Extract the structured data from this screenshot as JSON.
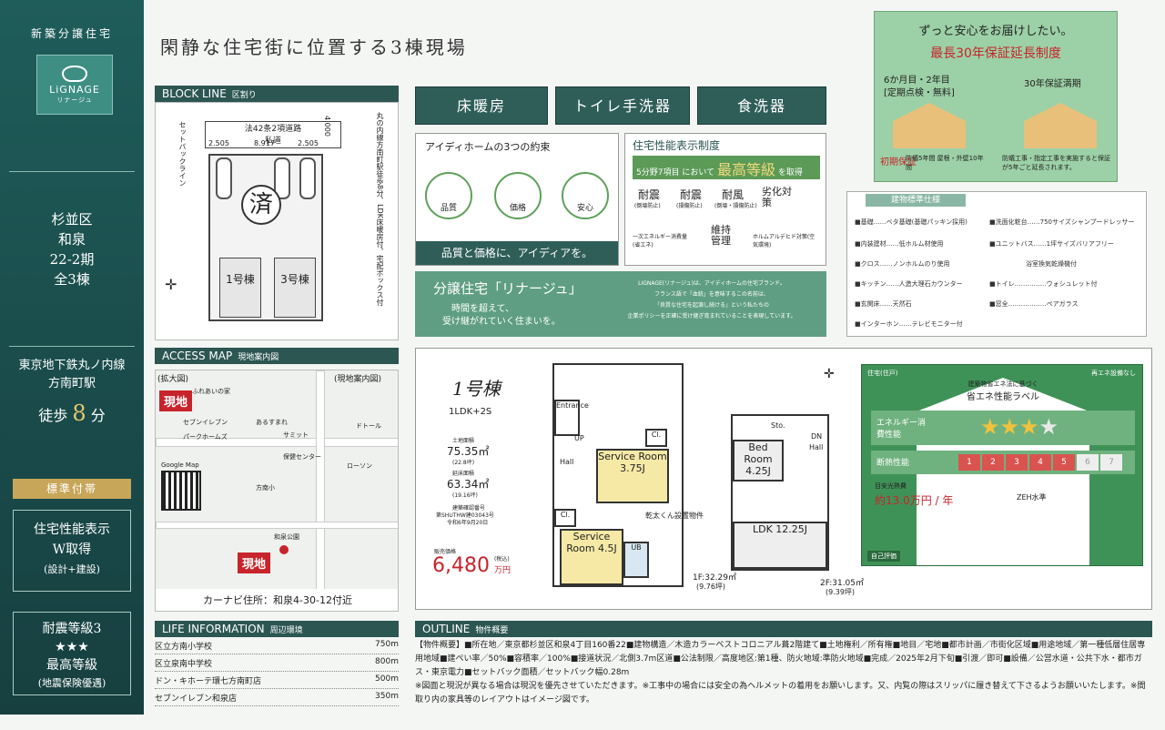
{
  "sidebar": {
    "brand_top": "新築分譲住宅",
    "logo_name": "LiGNAGE",
    "logo_kana": "リナージュ",
    "area_lines": [
      "杉並区",
      "和泉",
      "22-2期",
      "全3棟"
    ],
    "station_lines": [
      "東京地下鉄丸ノ内線",
      "方南町駅"
    ],
    "walk_prefix": "徒歩",
    "walk_num": "8",
    "walk_unit": "分",
    "standard_label": "標準付帯",
    "box1_line1": "住宅性能表示",
    "box1_line2": "W取得",
    "box1_line3": "(設計+建設)",
    "box2_line1": "耐震等級3",
    "box2_stars": "★★★",
    "box2_line3": "最高等級",
    "box2_line4": "(地震保険優遇)"
  },
  "header": {
    "title": "閑静な住宅街に位置する3棟現場"
  },
  "block": {
    "head": "BLOCK LINE",
    "head_sub": "区割り",
    "road": "法42条2項道路",
    "road_note": "私道",
    "dims": [
      "2.505",
      "8.917",
      "2.505",
      "4.000"
    ],
    "setback": "セットバックライン",
    "sold": "済",
    "lot1": "1号棟",
    "lot3": "3号棟",
    "side_note": "丸の内線方南町駅徒歩8分、LDK床暖房付、宅配ボックス付"
  },
  "access": {
    "head": "ACCESS MAP",
    "head_sub": "現地案内図",
    "zoom_label": "(拡大図)",
    "local_label": "(現地案内図)",
    "site": "現地",
    "site2": "現地",
    "places": [
      "ふれあいの家",
      "セブンイレブン",
      "パークホームズ",
      "あるすまれ",
      "サミット",
      "保健センター",
      "方南小",
      "ドトール",
      "ローソン",
      "和泉公園"
    ],
    "gmap": "Google Map",
    "navi": "カーナビ住所：和泉4-30-12付近"
  },
  "life": {
    "head": "LIFE INFORMATION",
    "head_sub": "周辺環境",
    "rows": [
      {
        "name": "区立方南小学校",
        "dist": "750m"
      },
      {
        "name": "区立泉南中学校",
        "dist": "800m"
      },
      {
        "name": "ドン・キホーテ環七方南町店",
        "dist": "500m"
      },
      {
        "name": "セブンイレブン和泉店",
        "dist": "350m"
      }
    ]
  },
  "features": [
    "床暖房",
    "トイレ手洗器",
    "食洗器"
  ],
  "promise": {
    "title": "アイディホームの3つの約束",
    "items": [
      "品質",
      "価格",
      "安心"
    ],
    "footer": "品質と価格に、アイディアを。"
  },
  "performance": {
    "title": "住宅性能表示制度",
    "badge1": "5分野7項目",
    "badge2": "において",
    "highest": "最高等級",
    "acquired": "を取得",
    "items": [
      "耐震",
      "耐震",
      "耐風",
      "劣化対策",
      "維持管理"
    ],
    "item_subs": [
      "(倒壊防止)",
      "(損傷防止)",
      "(倒壊・損傷防止)",
      "",
      ""
    ],
    "energy": "一次エネルギー消費量(省エネ)",
    "air": "ホルムアルデヒド対策(空気環境)"
  },
  "bunjo": {
    "title": "分譲住宅「リナージュ」",
    "tag1": "時間を超えて、",
    "tag2": "受け継がれていく住まいを。",
    "desc1": "LIGNAGE(リナージュ)は、アイディホームの住宅ブランド。",
    "desc2": "フランス語で「血統」を意味するこの名前は、",
    "desc3": "「良質な住宅を起源し続ける」という私たちの",
    "desc4": "企業ポリシーを正確に受け継ぎ育まれていることを表現しています。"
  },
  "warranty": {
    "heading": "ずっと安心をお届けしたい。",
    "title": "最長30年保証延長制度",
    "left_label": "6か月目・2年目",
    "left_sub": "[定期点検・無料]",
    "right_label": "30年保証満期",
    "early": "初期保証",
    "early_desc": "防蟻5年間 屋根・外壁10年間",
    "extend_desc": "防蟻工事・指定工事を実施すると保証が5年ごと延長されます。"
  },
  "spec": {
    "head": "建物標準仕様",
    "items": [
      "■基礎……ベタ基礎(基礎パッキン採用)",
      "■洗面化粧台……750サイズシャンプードレッサー",
      "■内装建材……低ホルム材使用",
      "■ユニットバス……1坪サイズバリアフリー",
      "■クロス……ノンホルムのり使用",
      "浴室換気乾燥機付",
      "■キッチン……人造大理石カウンター",
      "■トイレ……………ウォシュレット付",
      "■玄関床……天然石",
      "■窓全………………ペアガラス",
      "■インターホン……テレビモニター付"
    ]
  },
  "plan": {
    "unit": "1号棟",
    "layout": "1LDK+2S",
    "land_label": "土地面積",
    "land_area": "75.35㎡",
    "land_tsubo": "(22.8坪)",
    "floor_label": "延床面積",
    "floor_area": "63.34㎡",
    "floor_tsubo": "(19.16坪)",
    "confirm_label": "建築確認番号",
    "confirm_no": "第SHUTHW建03043号",
    "confirm_date": "令和6年9月20日",
    "price_label": "販売価格",
    "price": "6,480",
    "price_unit": "万円",
    "price_tax": "(税込)",
    "rooms": [
      "Service Room 3.75J",
      "Service Room 4.5J",
      "Bed Room 4.25J",
      "LDK 12.25J",
      "Cl.",
      "Cl.",
      "Sto.",
      "Hall",
      "Entrance",
      "UB",
      "UP",
      "DN",
      "Hall"
    ],
    "dryer": "乾太くん設置物件",
    "f1_label": "1F:32.29㎡",
    "f1_tsubo": "(9.76坪)",
    "f2_label": "2F:31.05㎡",
    "f2_tsubo": "(9.39坪)"
  },
  "eco": {
    "type": "住宅(住戸)",
    "reeval": "再エネ設備なし",
    "subtitle": "建築物省エネ法に基づく",
    "title": "省エネ性能ラベル",
    "energy_label": "エネルギー消費性能",
    "insulation_label": "断熱性能",
    "stars_filled": 3,
    "stars_total": 4,
    "insulation_level": 5,
    "insulation_steps": [
      "1",
      "2",
      "3",
      "4",
      "5",
      "6",
      "7"
    ],
    "cost_label": "目安光熱費",
    "cost": "約13.0万円 / 年",
    "zeh": "ZEH水準",
    "self_eval": "自己評価"
  },
  "outline": {
    "head": "OUTLINE",
    "head_sub": "物件概要",
    "body": "【物件概要】■所在地／東京都杉並区和泉4丁目160番22■建物構造／木造カラーベストコロニアル葺2階建て■土地権利／所有権■地目／宅地■都市計画／市街化区域■用途地域／第一種低層住居専用地域■建ぺい率／50%■容積率／100%■接道状況／北側3.7m区道■公法制限／高度地区:第1種、防火地域:準防火地域■完成／2025年2月下旬■引渡／即可■設備／公営水道・公共下水・都市ガス・東京電力■セットバック面積／セットバック幅0.28m",
    "note1": "※図面と現況が異なる場合は現況を優先させていただきます。※工事中の場合には安全の為ヘルメットの着用をお願いします。又、内覧の際はスリッパに履き替えて下さるようお願いいたします。※間取り内の家具等のレイアウトはイメージ図です。"
  },
  "colors": {
    "sidebar": "#1f5d5a",
    "accent_red": "#c8242b",
    "feat": "#2f5e59",
    "warranty": "#9cd0a6",
    "eco": "#3f9257",
    "gold": "#c7a65a"
  }
}
